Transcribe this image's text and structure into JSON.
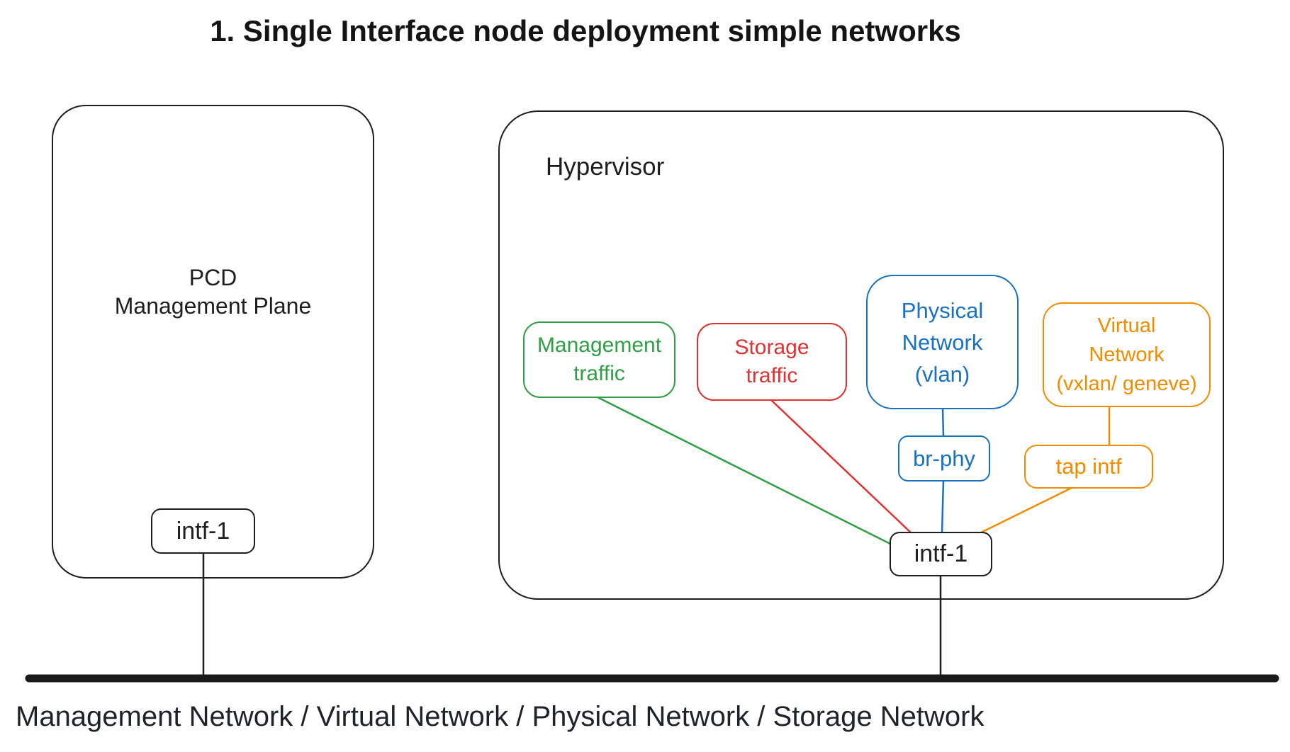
{
  "title": "1. Single Interface node deployment simple networks",
  "pcd": {
    "label_lines": [
      "PCD",
      "Management Plane"
    ],
    "port_label": "intf-1"
  },
  "hypervisor": {
    "label": "Hypervisor",
    "nodes": {
      "management_traffic": {
        "lines": [
          "Management",
          "traffic"
        ],
        "color": "#2f9e44"
      },
      "storage_traffic": {
        "lines": [
          "Storage",
          "traffic"
        ],
        "color": "#e03131"
      },
      "physical_network": {
        "lines": [
          "Physical",
          "Network",
          "(vlan)"
        ],
        "color": "#1971c2"
      },
      "virtual_network": {
        "lines": [
          "Virtual",
          "Network",
          "(vxlan/ geneve)"
        ],
        "color": "#f08c00"
      },
      "br_phy": {
        "label": "br-phy",
        "color": "#1971c2"
      },
      "tap_intf": {
        "label": "tap intf",
        "color": "#f08c00"
      },
      "intf": {
        "label": "intf-1"
      }
    }
  },
  "network_bus": {
    "label": "Management Network / Virtual Network / Physical Network / Storage Network",
    "color": "#1a1a1a"
  },
  "colors": {
    "green": "#2f9e44",
    "red": "#e03131",
    "blue": "#1971c2",
    "orange": "#f08c00",
    "ink": "#1e1e1e"
  }
}
